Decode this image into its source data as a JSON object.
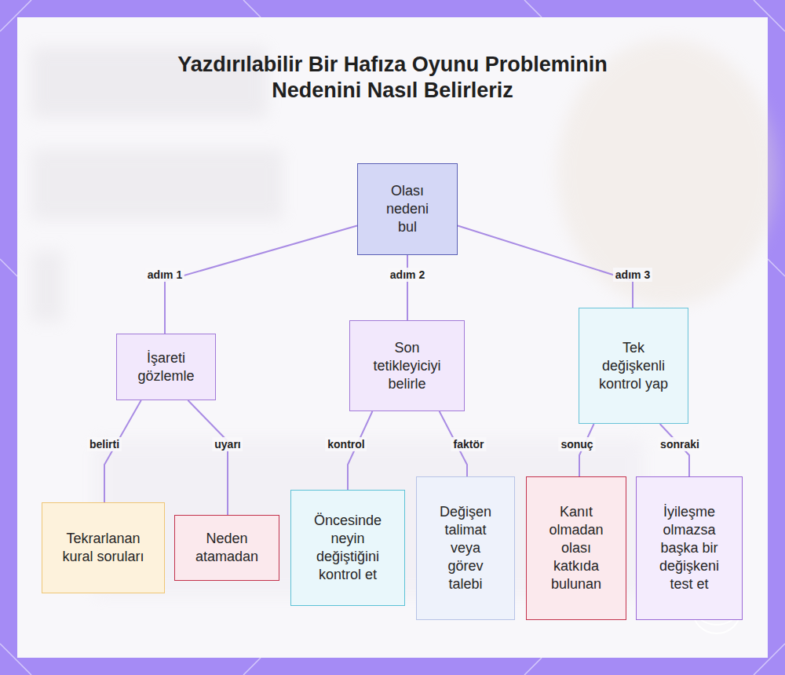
{
  "diagram": {
    "title": "Yazdırılabilir Bir Hafıza Oyunu Probleminin Nedenini Nasıl Belirleriz",
    "nodes": [
      {
        "text": [
          "Olası nedeni bul"
        ]
      },
      {
        "text": [
          "İşareti gözlemle"
        ]
      },
      {
        "text": [
          "Son tetikleyiciyi belirle"
        ]
      },
      {
        "text": [
          "Tek değişkenli kontrol yap"
        ]
      },
      {
        "text": [
          "Tekrarlanan kural soruları"
        ]
      },
      {
        "text": [
          "Neden atamadan"
        ]
      },
      {
        "text": [
          "Öncesinde neyin değiştiğini kontrol et"
        ]
      },
      {
        "text": [
          "Değişen talimat veya görev talebi"
        ]
      },
      {
        "text": [
          "Kanıt olmadan olası katkıda bulunan"
        ]
      },
      {
        "text": [
          "İyileşme olmazsa başka bir değişkeni test et"
        ]
      }
    ],
    "edges": [
      {
        "from": 0,
        "to": 1,
        "label": "adım 1",
        "arrow": "none"
      },
      {
        "from": 0,
        "to": 2,
        "label": "adım 2",
        "arrow": "none"
      },
      {
        "from": 0,
        "to": 3,
        "label": "adım 3",
        "arrow": "none"
      },
      {
        "from": 1,
        "to": 4,
        "label": "belirti",
        "arrow": "none"
      },
      {
        "from": 1,
        "to": 5,
        "label": "uyarı",
        "arrow": "none"
      },
      {
        "from": 2,
        "to": 6,
        "label": "kontrol",
        "arrow": "none"
      },
      {
        "from": 2,
        "to": 7,
        "label": "faktör",
        "arrow": "none"
      },
      {
        "from": 3,
        "to": 8,
        "label": "sonuç",
        "arrow": "none"
      },
      {
        "from": 3,
        "to": 9,
        "label": "sonraki",
        "arrow": "none"
      }
    ]
  }
}
